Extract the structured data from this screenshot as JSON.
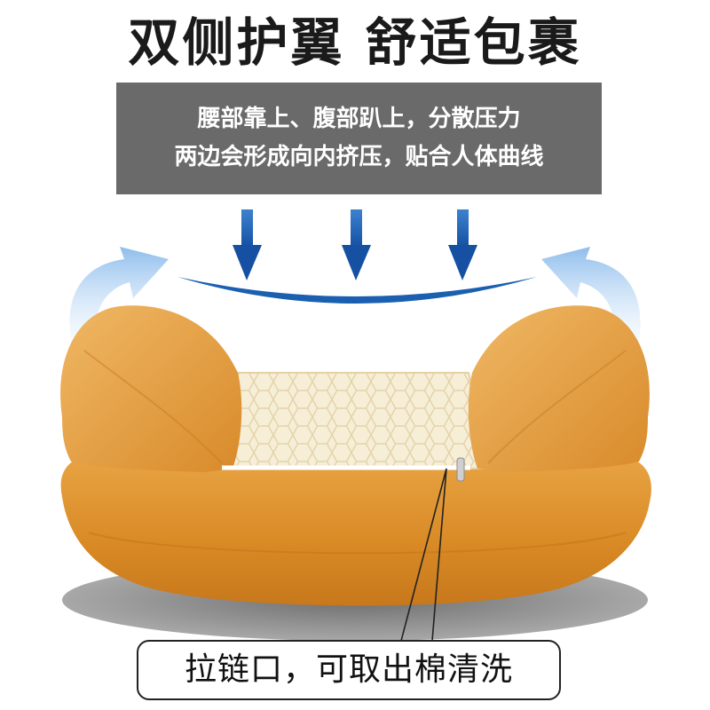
{
  "headline": "双侧护翼  舒适包裹",
  "info_box": {
    "line1": "腰部靠上、腹部趴上，分散压力",
    "line2": "两边会形成向内挤压，贴合人体曲线"
  },
  "zipper_label": "拉链口，可取出棉清洗",
  "colors": {
    "info_box_bg": "#6a6a6a",
    "pillow_orange": "#e3962f",
    "mesh_cream": "#f4ead0",
    "arrow_blue": "#1a5fb0",
    "side_arrow_blue": "#a9cdf2"
  }
}
